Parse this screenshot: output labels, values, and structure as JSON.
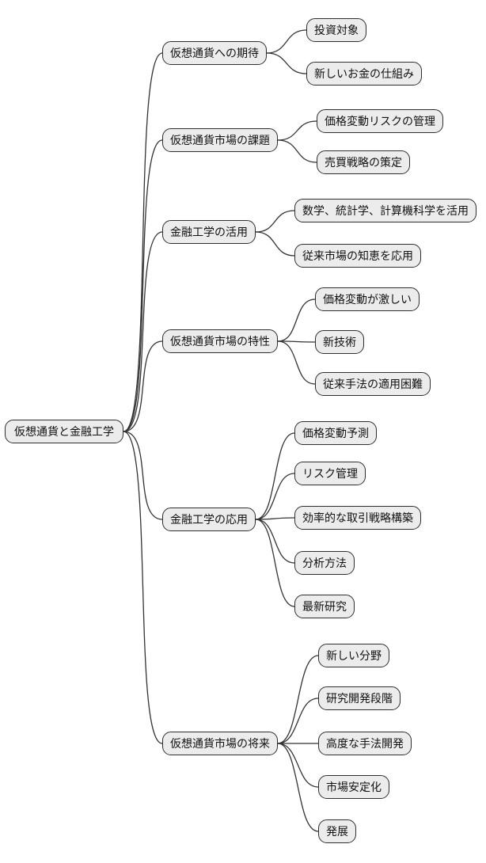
{
  "diagram": {
    "type": "mindmap",
    "root": {
      "label": "仮想通貨と金融工学"
    },
    "branches": [
      {
        "label": "仮想通貨への期待",
        "children": [
          "投資対象",
          "新しいお金の仕組み"
        ]
      },
      {
        "label": "仮想通貨市場の課題",
        "children": [
          "価格変動リスクの管理",
          "売買戦略の策定"
        ]
      },
      {
        "label": "金融工学の活用",
        "children": [
          "数学、統計学、計算機科学を活用",
          "従来市場の知恵を応用"
        ]
      },
      {
        "label": "仮想通貨市場の特性",
        "children": [
          "価格変動が激しい",
          "新技術",
          "従来手法の適用困難"
        ]
      },
      {
        "label": "金融工学の応用",
        "children": [
          "価格変動予測",
          "リスク管理",
          "効率的な取引戦略構築",
          "分析方法",
          "最新研究"
        ]
      },
      {
        "label": "仮想通貨市場の将来",
        "children": [
          "新しい分野",
          "研究開発段階",
          "高度な手法開発",
          "市場安定化",
          "発展"
        ]
      }
    ],
    "colors": {
      "background": "#ffffff",
      "node_fill": "#ececec",
      "node_border": "#2e2e2e",
      "edge": "#333333",
      "text": "#111111"
    }
  }
}
